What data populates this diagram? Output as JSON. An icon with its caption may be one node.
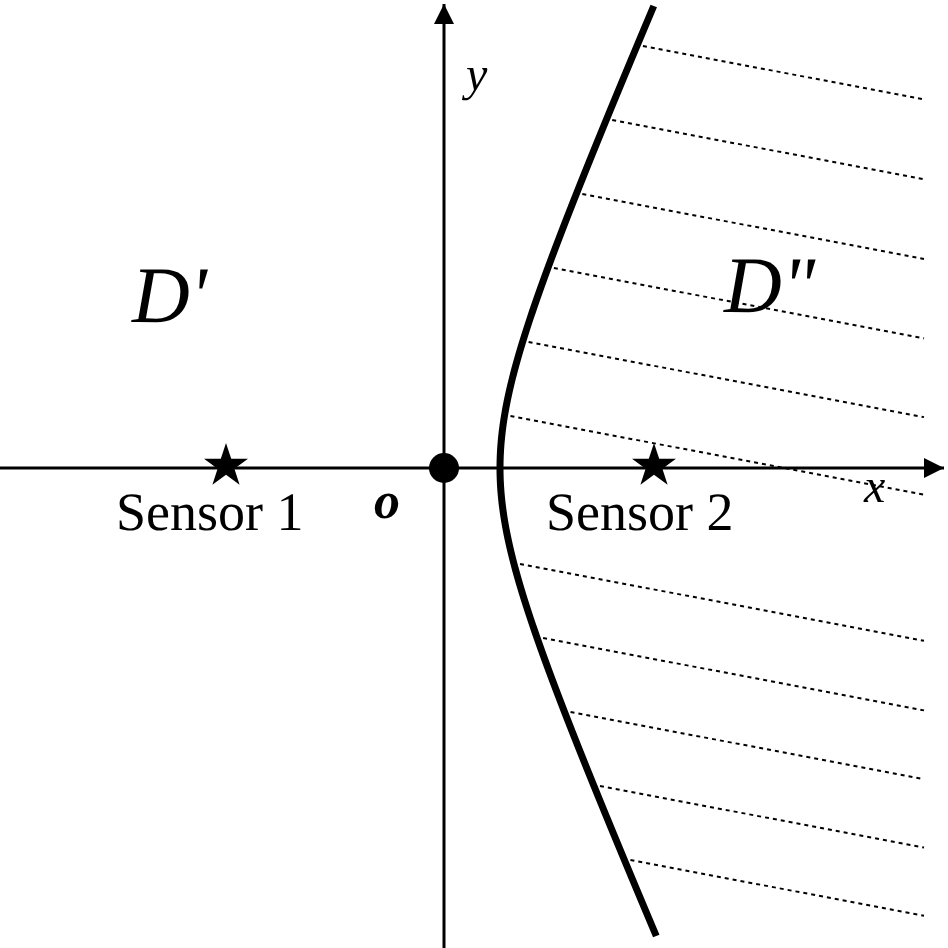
{
  "diagram": {
    "labels": [
      "y",
      "D'",
      "D\"",
      "Sensor 1",
      "o",
      "Sensor 2",
      "x"
    ]
  }
}
